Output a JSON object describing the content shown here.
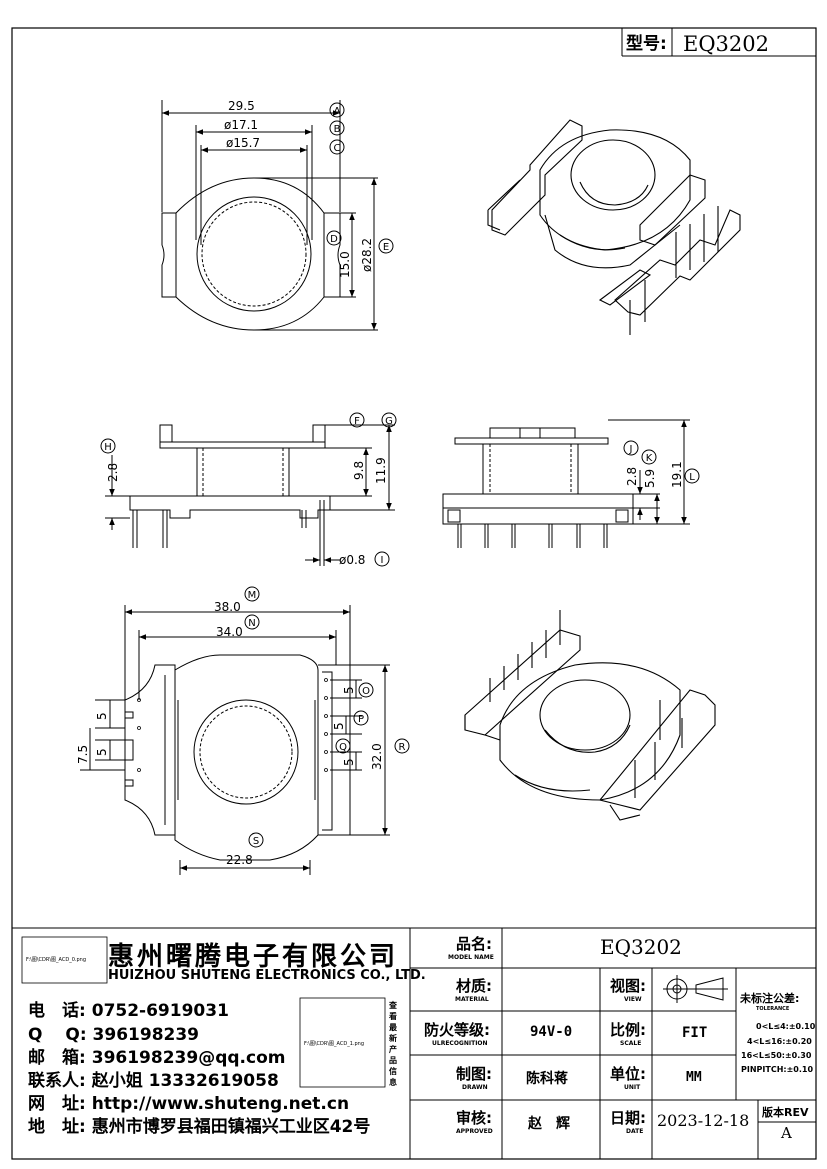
{
  "header": {
    "model_label": "型号:",
    "model_value": "EQ3202"
  },
  "dimensions": {
    "top_view": {
      "width_a": "29.5",
      "dia_b": "ø17.1",
      "dia_c": "ø15.7",
      "height_d": "15.0",
      "dia_e": "ø28.2",
      "tags": [
        "A",
        "B",
        "C",
        "D",
        "E"
      ]
    },
    "side_view": {
      "h": "2.8",
      "f": "9.8",
      "g": "11.9",
      "pin_dia": "ø0.8",
      "tags": [
        "H",
        "F",
        "G",
        "I"
      ]
    },
    "side_view_right": {
      "j": "2.8",
      "k": "5.9",
      "l": "19.1",
      "tags": [
        "J",
        "K",
        "L"
      ]
    },
    "bottom_view": {
      "m": "38.0",
      "n": "34.0",
      "o": "5",
      "p": "5",
      "q": "5",
      "r": "32.0",
      "s": "22.8",
      "left_5a": "5",
      "left_75": "7.5",
      "left_5b": "5",
      "tags": [
        "M",
        "N",
        "O",
        "P",
        "Q",
        "R",
        "S"
      ]
    }
  },
  "company": {
    "logo_file": "F:\\图\\CDR\\图_ACD_0.png",
    "name_cn": "惠州曙腾电子有限公司",
    "name_en": "HUIZHOU SHUTENG ELECTRONICS CO., LTD.",
    "qr_file": "F:\\图\\CDR\\图_ACD_1.png",
    "qr_caption": "查看最新产品信息",
    "contacts": [
      {
        "label": "电　话:",
        "value": "0752-6919031"
      },
      {
        "label": "Q　 Q:",
        "value": "396198239"
      },
      {
        "label": "邮　箱:",
        "value": "396198239@qq.com"
      },
      {
        "label": "联系人:",
        "value": "赵小姐 13332619058"
      },
      {
        "label": "网　址:",
        "value": "http://www.shuteng.net.cn"
      },
      {
        "label": "地　址:",
        "value": "惠州市博罗县福田镇福兴工业区42号"
      }
    ]
  },
  "title_block": {
    "pinming_label": "品名:",
    "pinming_sub": "MODEL NAME",
    "pinming_value": "EQ3202",
    "material_label": "材质:",
    "material_sub": "MATERIAL",
    "material_value": "",
    "view_label": "视图:",
    "view_sub": "VIEW",
    "fire_label": "防火等级:",
    "fire_sub": "ULRECOGNITION",
    "fire_value": "94V-0",
    "scale_label": "比例:",
    "scale_sub": "SCALE",
    "scale_value": "FIT",
    "drawn_label": "制图:",
    "drawn_sub": "DRAWN",
    "drawn_value": "陈科蒋",
    "unit_label": "单位:",
    "unit_sub": "UNIT",
    "unit_value": "MM",
    "approved_label": "审核:",
    "approved_sub": "APPROVED",
    "approved_value": "赵　辉",
    "date_label": "日期:",
    "date_sub": "DATE",
    "date_value": "2023-12-18",
    "tolerance_title": "未标注公差:",
    "tolerance_sub": "TOLERANCE",
    "tolerance_rows": [
      "0<L≤4:±0.10",
      "4<L≤16:±0.20",
      "16<L≤50:±0.30",
      "PINPITCH:±0.10"
    ],
    "rev_label": "版本REV",
    "rev_value": "A"
  }
}
